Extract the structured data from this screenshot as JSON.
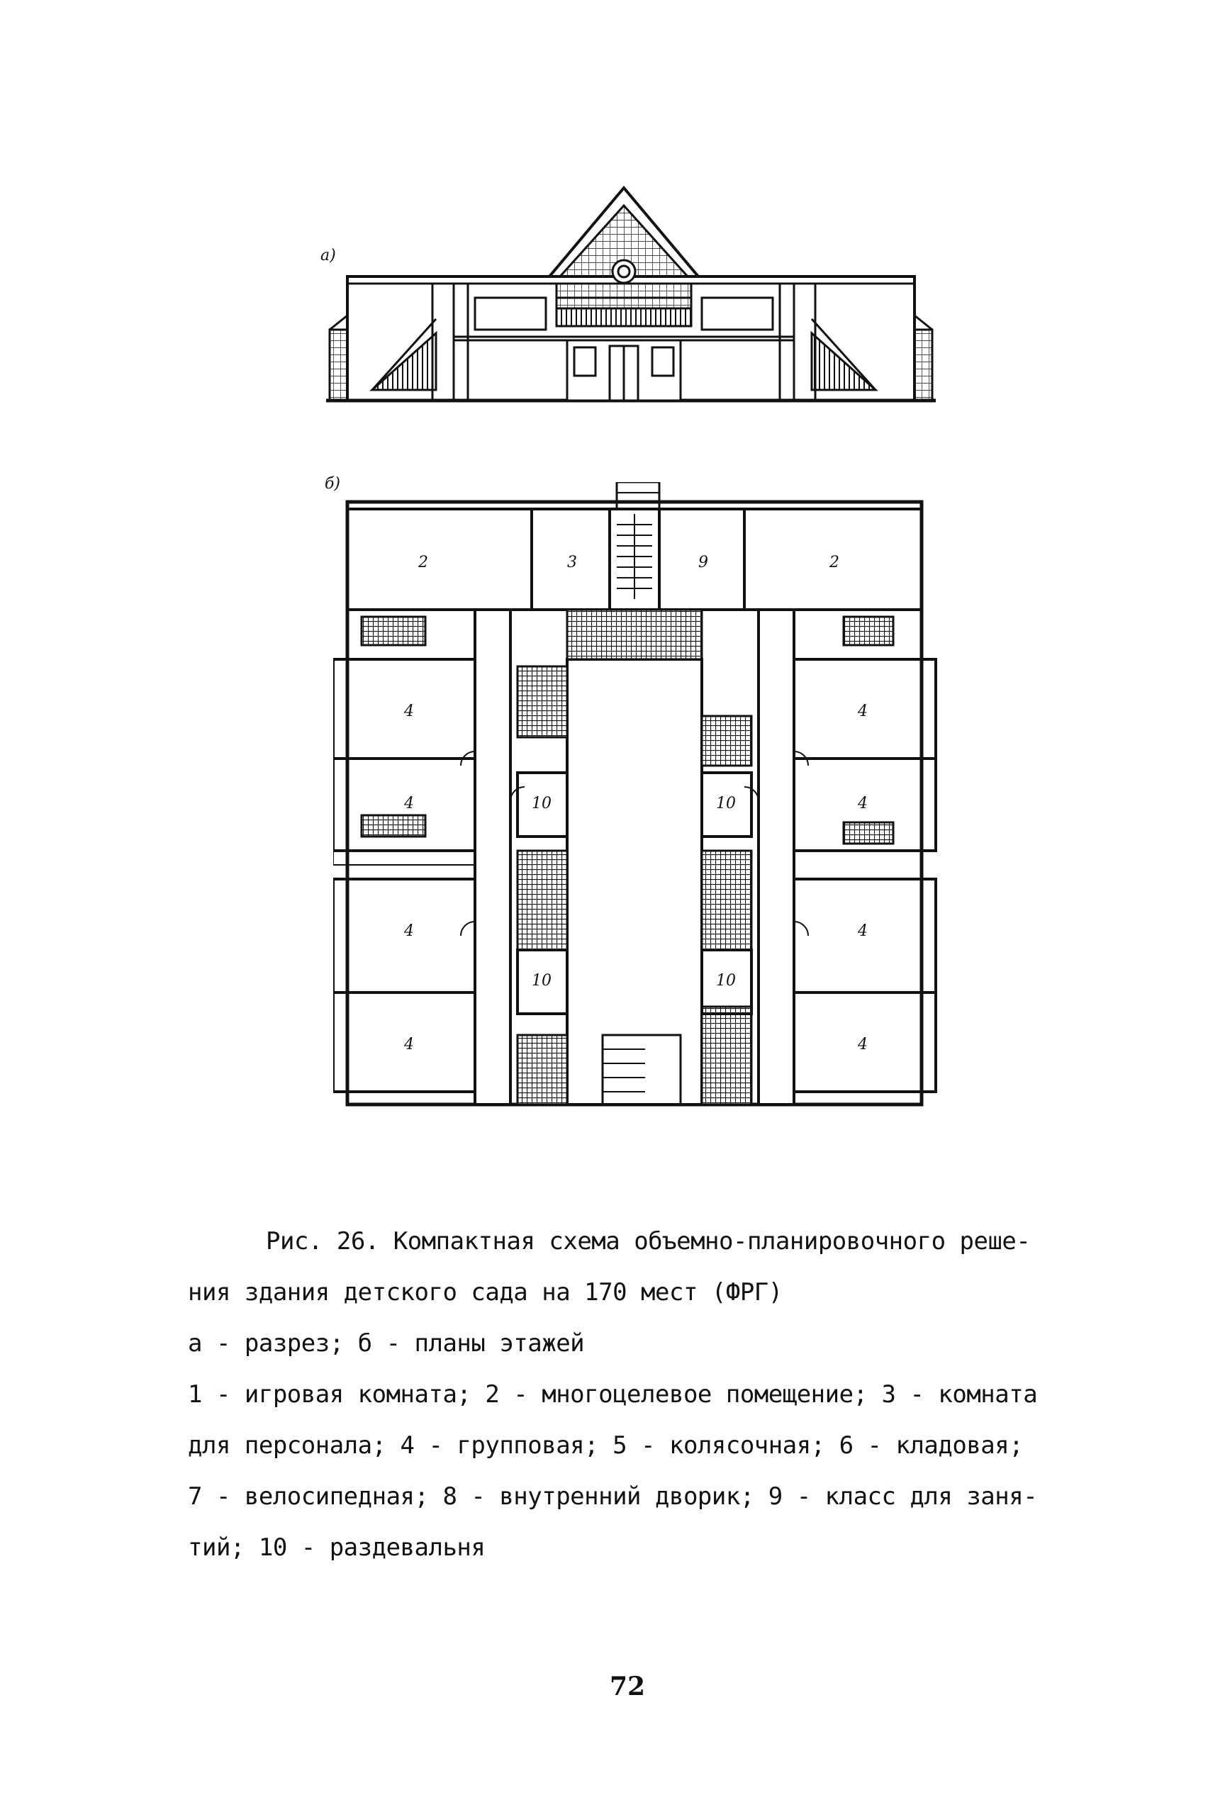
{
  "figure": {
    "panel_a_label": "а)",
    "panel_b_label": "б)",
    "room_labels": {
      "r2_left": "2",
      "r3": "3",
      "r9": "9",
      "r2_right": "2",
      "r4_a": "4",
      "r4_b": "4",
      "r4_c": "4",
      "r4_d": "4",
      "r4_e": "4",
      "r4_f": "4",
      "r4_g": "4",
      "r4_h": "4",
      "r10_a": "10",
      "r10_b": "10",
      "r10_c": "10",
      "r10_d": "10"
    }
  },
  "caption": {
    "line1": "Рис. 26. Компактная схема объемно-планировочного реше-",
    "line2": "ния здания детского сада на 170 мест (ФРГ)",
    "line3": "а - разрез; б - планы этажей",
    "line4": "1 - игровая комната; 2 - многоцелевое помещение; 3 - комната",
    "line5": "для персонала; 4 - групповая; 5 - колясочная; 6 - кладовая;",
    "line6": "7 - велосипедная; 8 - внутренний дворик; 9 - класс для заня-",
    "line7": "тий; 10 - раздевальня"
  },
  "page_number": "72"
}
